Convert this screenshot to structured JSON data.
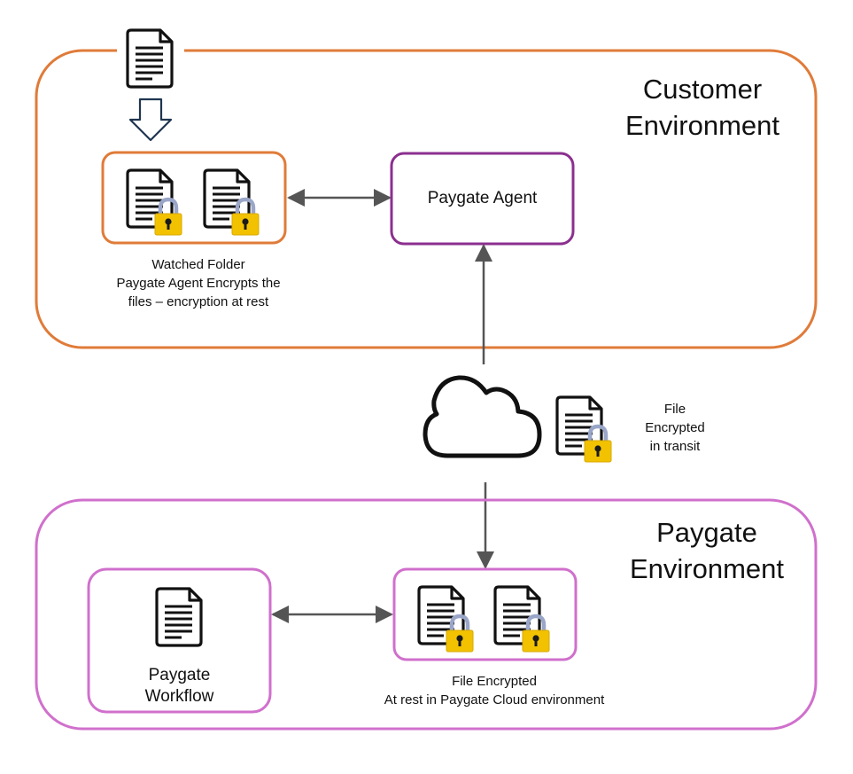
{
  "customer_environment": {
    "title_line1": "Customer",
    "title_line2": "Environment",
    "border_color": "#E07B39",
    "watched_folder": {
      "border_color": "#E07B39",
      "caption_line1": "Watched Folder",
      "caption_line2": "Paygate Agent Encrypts the",
      "caption_line3": "files – encryption at rest"
    },
    "agent": {
      "label": "Paygate Agent",
      "border_color": "#8B2F8F"
    }
  },
  "transit": {
    "caption_line1": "File",
    "caption_line2": "Encrypted",
    "caption_line3": "in transit"
  },
  "paygate_environment": {
    "title_line1": "Paygate",
    "title_line2": "Environment",
    "border_color": "#D070CC",
    "workflow": {
      "label_line1": "Paygate",
      "label_line2": "Workflow"
    },
    "encrypted_store": {
      "caption_line1": "File Encrypted",
      "caption_line2": "At rest in Paygate Cloud environment"
    }
  },
  "icons": {
    "document": "document-icon",
    "lock": "padlock-icon",
    "cloud": "cloud-icon",
    "down_arrow": "down-arrow-icon"
  },
  "colors": {
    "connector": "#555555",
    "lock_body": "#F2C200",
    "lock_shackle": "#9AA6C8"
  }
}
